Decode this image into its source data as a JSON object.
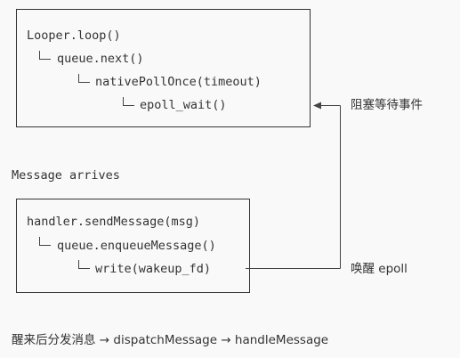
{
  "box_top": {
    "lines": [
      "Looper.loop()",
      "queue.next()",
      "nativePollOnce(timeout)",
      "epoll_wait()"
    ]
  },
  "message_arrives": "Message arrives",
  "box_bottom": {
    "lines": [
      "handler.sendMessage(msg)",
      "queue.enqueueMessage()",
      "write(wakeup_fd)"
    ]
  },
  "label_block": "阻塞等待事件",
  "label_wake": "唤醒 epoll",
  "footer": "醒来后分发消息 → dispatchMessage → handleMessage"
}
